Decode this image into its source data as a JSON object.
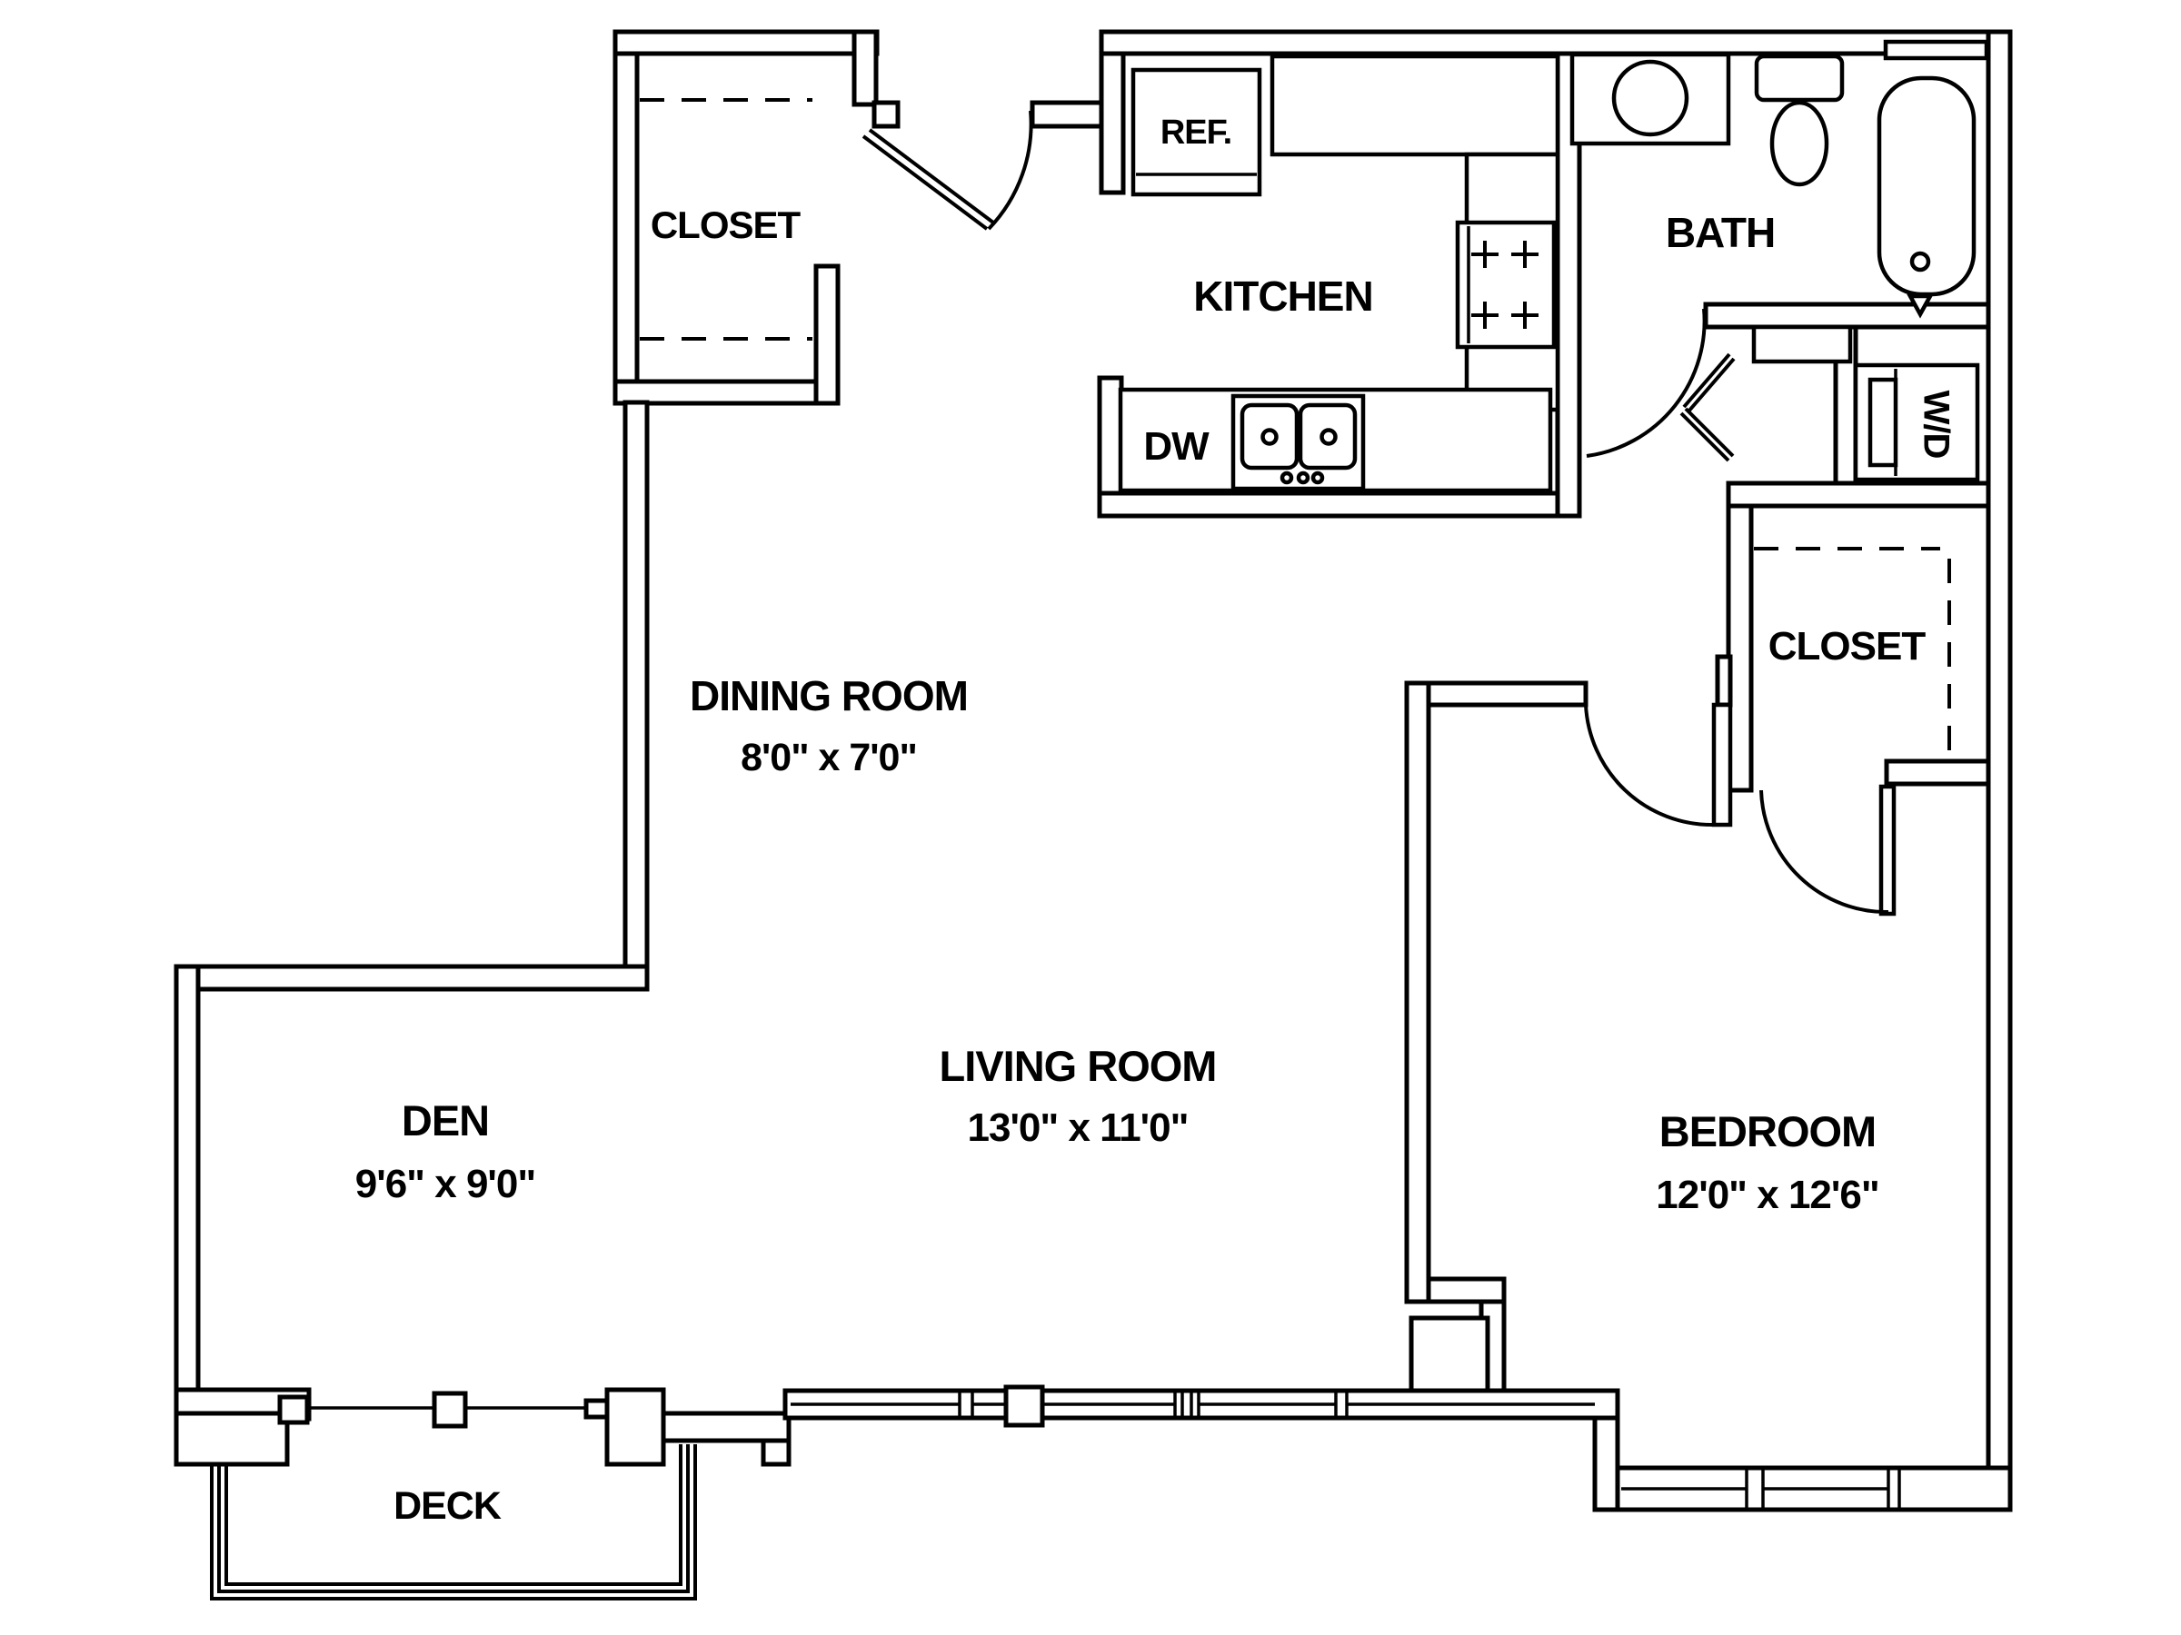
{
  "colors": {
    "line": "#000000",
    "background": "#ffffff"
  },
  "rooms": {
    "entry_closet": {
      "label": "CLOSET"
    },
    "kitchen": {
      "label": "KITCHEN"
    },
    "bath": {
      "label": "BATH"
    },
    "dining": {
      "label": "DINING ROOM",
      "dims": "8'0\" x 7'0\""
    },
    "living": {
      "label": "LIVING ROOM",
      "dims": "13'0\" x 11'0\""
    },
    "den": {
      "label": "DEN",
      "dims": "9'6\" x 9'0\""
    },
    "bedroom": {
      "label": "BEDROOM",
      "dims": "12'0\" x 12'6\""
    },
    "bedroom_closet": {
      "label": "CLOSET"
    },
    "deck": {
      "label": "DECK"
    }
  },
  "appliances": {
    "refrigerator": "REF.",
    "dishwasher": "DW",
    "washer_dryer": "W/D"
  }
}
